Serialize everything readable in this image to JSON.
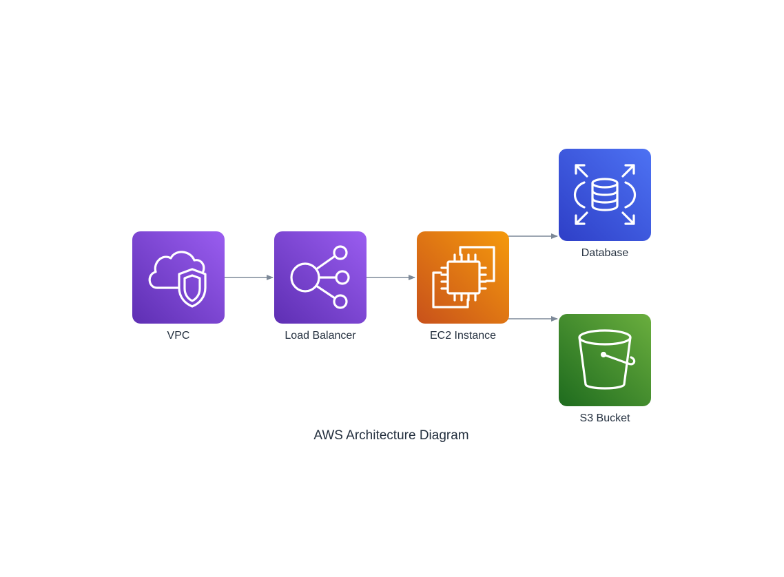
{
  "title": "AWS Architecture Diagram",
  "nodes": {
    "vpc": {
      "label": "VPC",
      "icon": "cloud-shield-icon",
      "color_from": "#9a5df0",
      "color_to": "#5e2fb3"
    },
    "load_balancer": {
      "label": "Load Balancer",
      "icon": "load-balancer-icon",
      "color_from": "#9a5df0",
      "color_to": "#5e2fb3"
    },
    "ec2": {
      "label": "EC2 Instance",
      "icon": "chip-icon",
      "color_from": "#f59a0c",
      "color_to": "#c8511b"
    },
    "database": {
      "label": "Database",
      "icon": "database-icon",
      "color_from": "#4d72f3",
      "color_to": "#2e3fc7"
    },
    "s3": {
      "label": "S3 Bucket",
      "icon": "bucket-icon",
      "color_from": "#6aae3e",
      "color_to": "#1e6b1e"
    }
  },
  "edges": [
    {
      "from": "vpc",
      "to": "load_balancer"
    },
    {
      "from": "load_balancer",
      "to": "ec2"
    },
    {
      "from": "ec2",
      "to": "database"
    },
    {
      "from": "ec2",
      "to": "s3"
    }
  ],
  "edge_color": "#7d8998"
}
